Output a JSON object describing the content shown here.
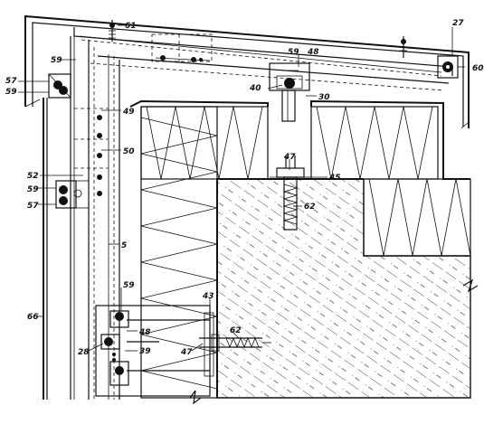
{
  "callouts": {
    "c61": "61",
    "c27": "27",
    "c60": "60",
    "c59_top_left": "59",
    "c57_top": "57",
    "c59_top_left2": "59",
    "c59_bracket": "59",
    "c48_bracket": "48",
    "c40": "40",
    "c30": "30",
    "c49": "49",
    "c50": "50",
    "c52": "52",
    "c59_mid": "59",
    "c57_mid": "57",
    "c47_top": "47",
    "c45": "45",
    "c62_top": "62",
    "c5": "5",
    "c59_low": "59",
    "c43": "43",
    "c48_low": "48",
    "c66": "66",
    "c28": "28",
    "c39": "39",
    "c62_low": "62",
    "c47_low": "47"
  },
  "colors": {
    "line": "#111111",
    "background": "#ffffff"
  }
}
